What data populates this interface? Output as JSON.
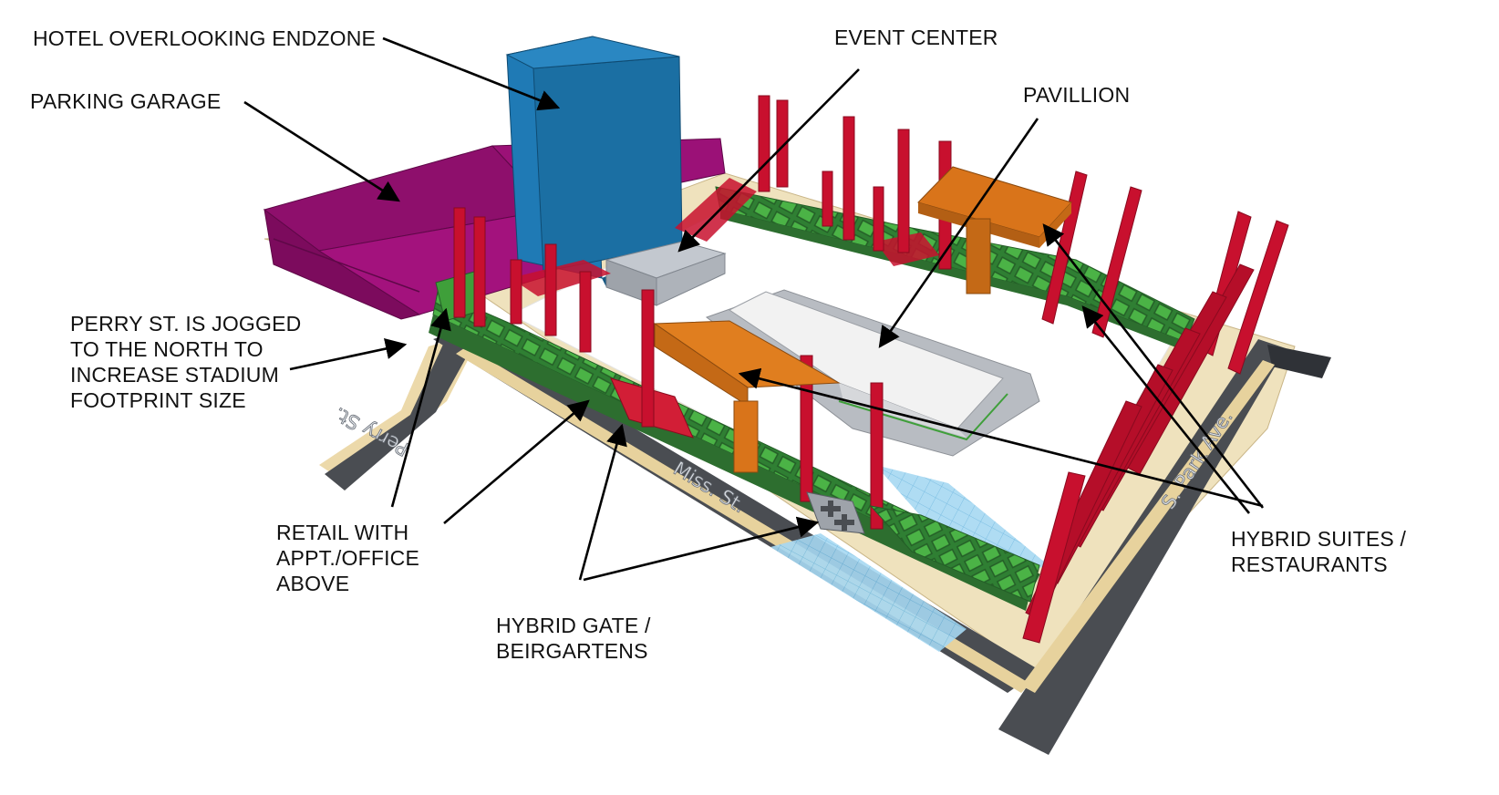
{
  "labels": {
    "hotel": "HOTEL OVERLOOKING ENDZONE",
    "parking": "PARKING GARAGE",
    "event_center": "EVENT CENTER",
    "pavillion": "PAVILLION",
    "perry_line1": "PERRY ST. IS JOGGED",
    "perry_line2": "TO THE NORTH TO",
    "perry_line3": "INCREASE STADIUM",
    "perry_line4": "FOOTPRINT SIZE",
    "retail_line1": "RETAIL WITH",
    "retail_line2": "APPT./OFFICE",
    "retail_line3": "ABOVE",
    "gate_line1": "HYBRID GATE /",
    "gate_line2": "BEIRGARTENS",
    "suites_line1": "HYBRID SUITES /",
    "suites_line2": "RESTAURANTS"
  },
  "streets": {
    "perry": "Perry St.",
    "miss": "Miss. St.",
    "park": "S. Park Ave."
  },
  "colors": {
    "hotel": "#1b6fa3",
    "parking": "#8e0f6c",
    "pavillion": "#d9741a",
    "suites": "#c8102e",
    "retail": "#3f9f3a",
    "event_center": "#c3c8cf",
    "road": "#4a4d52",
    "sidewalk": "#ecd9aa",
    "plaza": "#9fd3ee"
  }
}
